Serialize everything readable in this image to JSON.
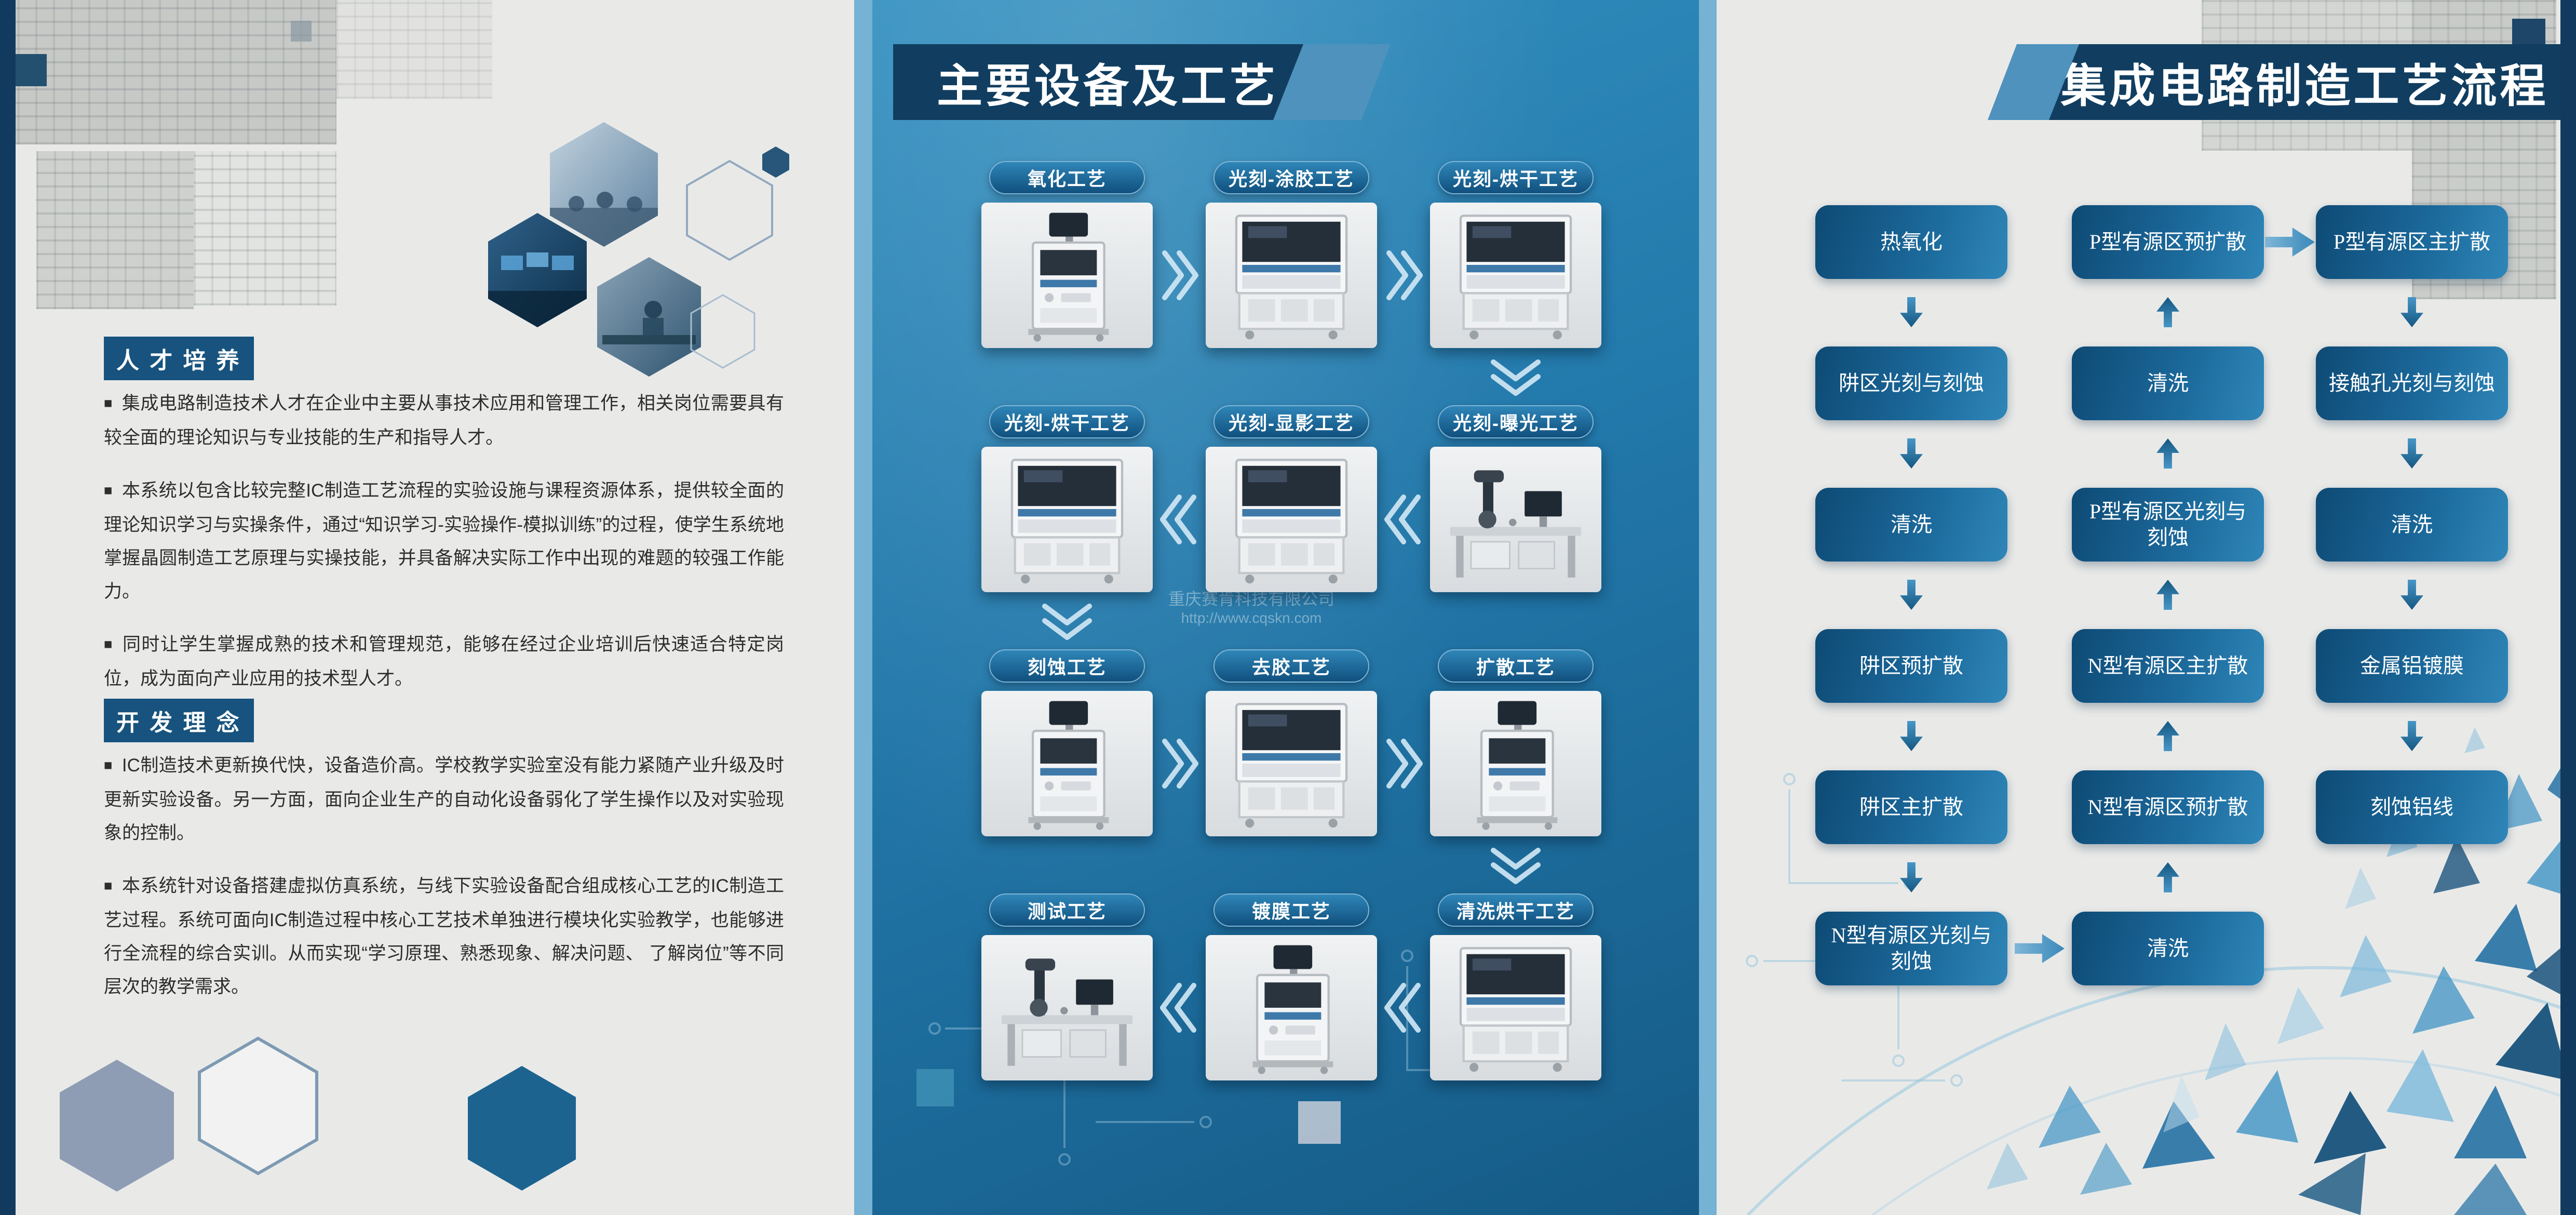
{
  "left": {
    "bullet": "■",
    "talent": {
      "heading": "人 才 培 养",
      "paragraphs": [
        "集成电路制造技术人才在企业中主要从事技术应用和管理工作，相关岗位需要具有较全面的理论知识与专业技能的生产和指导人才。",
        "本系统以包含比较完整IC制造工艺流程的实验设施与课程资源体系，提供较全面的理论知识学习与实操条件，通过“知识学习-实验操作-模拟训练”的过程，使学生系统地掌握晶圆制造工艺原理与实操技能，并具备解决实际工作中出现的难题的较强工作能力。",
        "同时让学生掌握成熟的技术和管理规范，能够在经过企业培训后快速适合特定岗位，成为面向产业应用的技术型人才。"
      ]
    },
    "dev": {
      "heading": "开 发 理 念",
      "paragraphs": [
        "IC制造技术更新换代快，设备造价高。学校教学实验室没有能力紧随产业升级及时更新实验设备。另一方面，面向企业生产的自动化设备弱化了学生操作以及对实验现象的控制。",
        "本系统针对设备搭建虚拟仿真系统，与线下实验设备配合组成核心工艺的IC制造工艺过程。系统可面向IC制造过程中核心工艺技术单独进行模块化实验教学，也能够进行全流程的综合实训。从而实现“学习原理、熟悉现象、解决问题、 了解岗位”等不同层次的教学需求。"
      ]
    }
  },
  "middle": {
    "title": "主要设备及工艺",
    "watermark": {
      "company": "重庆赛肯科技有限公司",
      "url": "http://www.cqskn.com"
    },
    "items": [
      {
        "label": "氧化工艺",
        "icon": "cabinet"
      },
      {
        "label": "光刻-涂胶工艺",
        "icon": "hood"
      },
      {
        "label": "光刻-烘干工艺",
        "icon": "hood"
      },
      {
        "label": "光刻-烘干工艺",
        "icon": "hood"
      },
      {
        "label": "光刻-显影工艺",
        "icon": "hood"
      },
      {
        "label": "光刻-曝光工艺",
        "icon": "bench"
      },
      {
        "label": "刻蚀工艺",
        "icon": "cabinet"
      },
      {
        "label": "去胶工艺",
        "icon": "hood"
      },
      {
        "label": "扩散工艺",
        "icon": "cabinet"
      },
      {
        "label": "测试工艺",
        "icon": "bench"
      },
      {
        "label": "镀膜工艺",
        "icon": "cabinet"
      },
      {
        "label": "清洗烘干工艺",
        "icon": "hood"
      }
    ]
  },
  "right": {
    "title": "集成电路制造工艺流程",
    "col1": [
      "热氧化",
      "阱区光刻与刻蚀",
      "清洗",
      "阱区预扩散",
      "阱区主扩散",
      "N型有源区光刻与刻蚀"
    ],
    "col2": [
      "P型有源区预扩散",
      "清洗",
      "P型有源区光刻与刻蚀",
      "N型有源区主扩散",
      "N型有源区预扩散",
      "清洗"
    ],
    "col3": [
      "P型有源区主扩散",
      "接触孔光刻与刻蚀",
      "清洗",
      "金属铝镀膜",
      "刻蚀铝线"
    ]
  },
  "colors": {
    "navy": "#113e60",
    "panel_gray": "#e9eae8",
    "mid_blue_top": "#3390c0",
    "mid_blue_bottom": "#155a86",
    "accent_light_blue": "#4e92bd",
    "strip_blue": "#76b2d3"
  }
}
